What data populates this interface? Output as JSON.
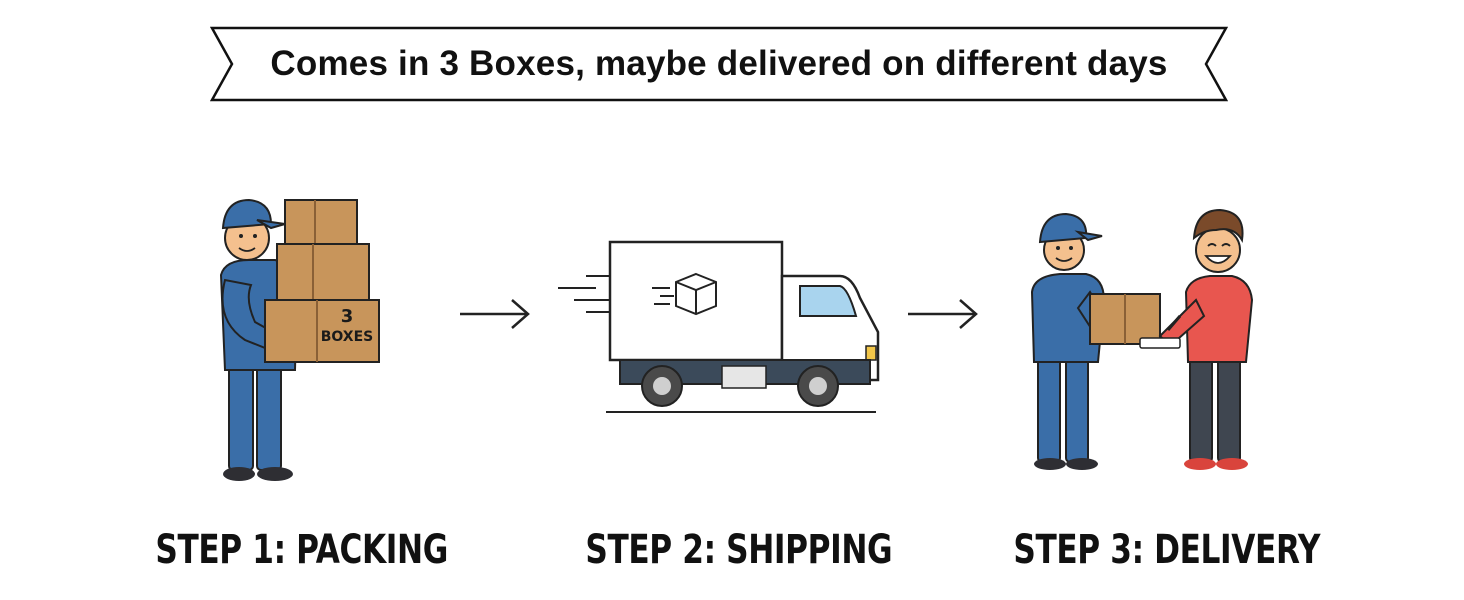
{
  "banner": {
    "text": "Comes in 3 Boxes, maybe delivered on different days"
  },
  "steps": [
    {
      "label": "STEP 1: PACKING",
      "box_text_line1": "3",
      "box_text_line2": "BOXES"
    },
    {
      "label": "STEP 2: SHIPPING"
    },
    {
      "label": "STEP 3: DELIVERY"
    }
  ],
  "colors": {
    "uniform_blue": "#3a6ea8",
    "box_brown": "#c8955b",
    "shirt_red": "#e8564f",
    "outline": "#222222"
  },
  "icons": [
    "delivery-worker-illustration",
    "delivery-truck-illustration",
    "package-handoff-illustration",
    "right-arrow-icon"
  ]
}
